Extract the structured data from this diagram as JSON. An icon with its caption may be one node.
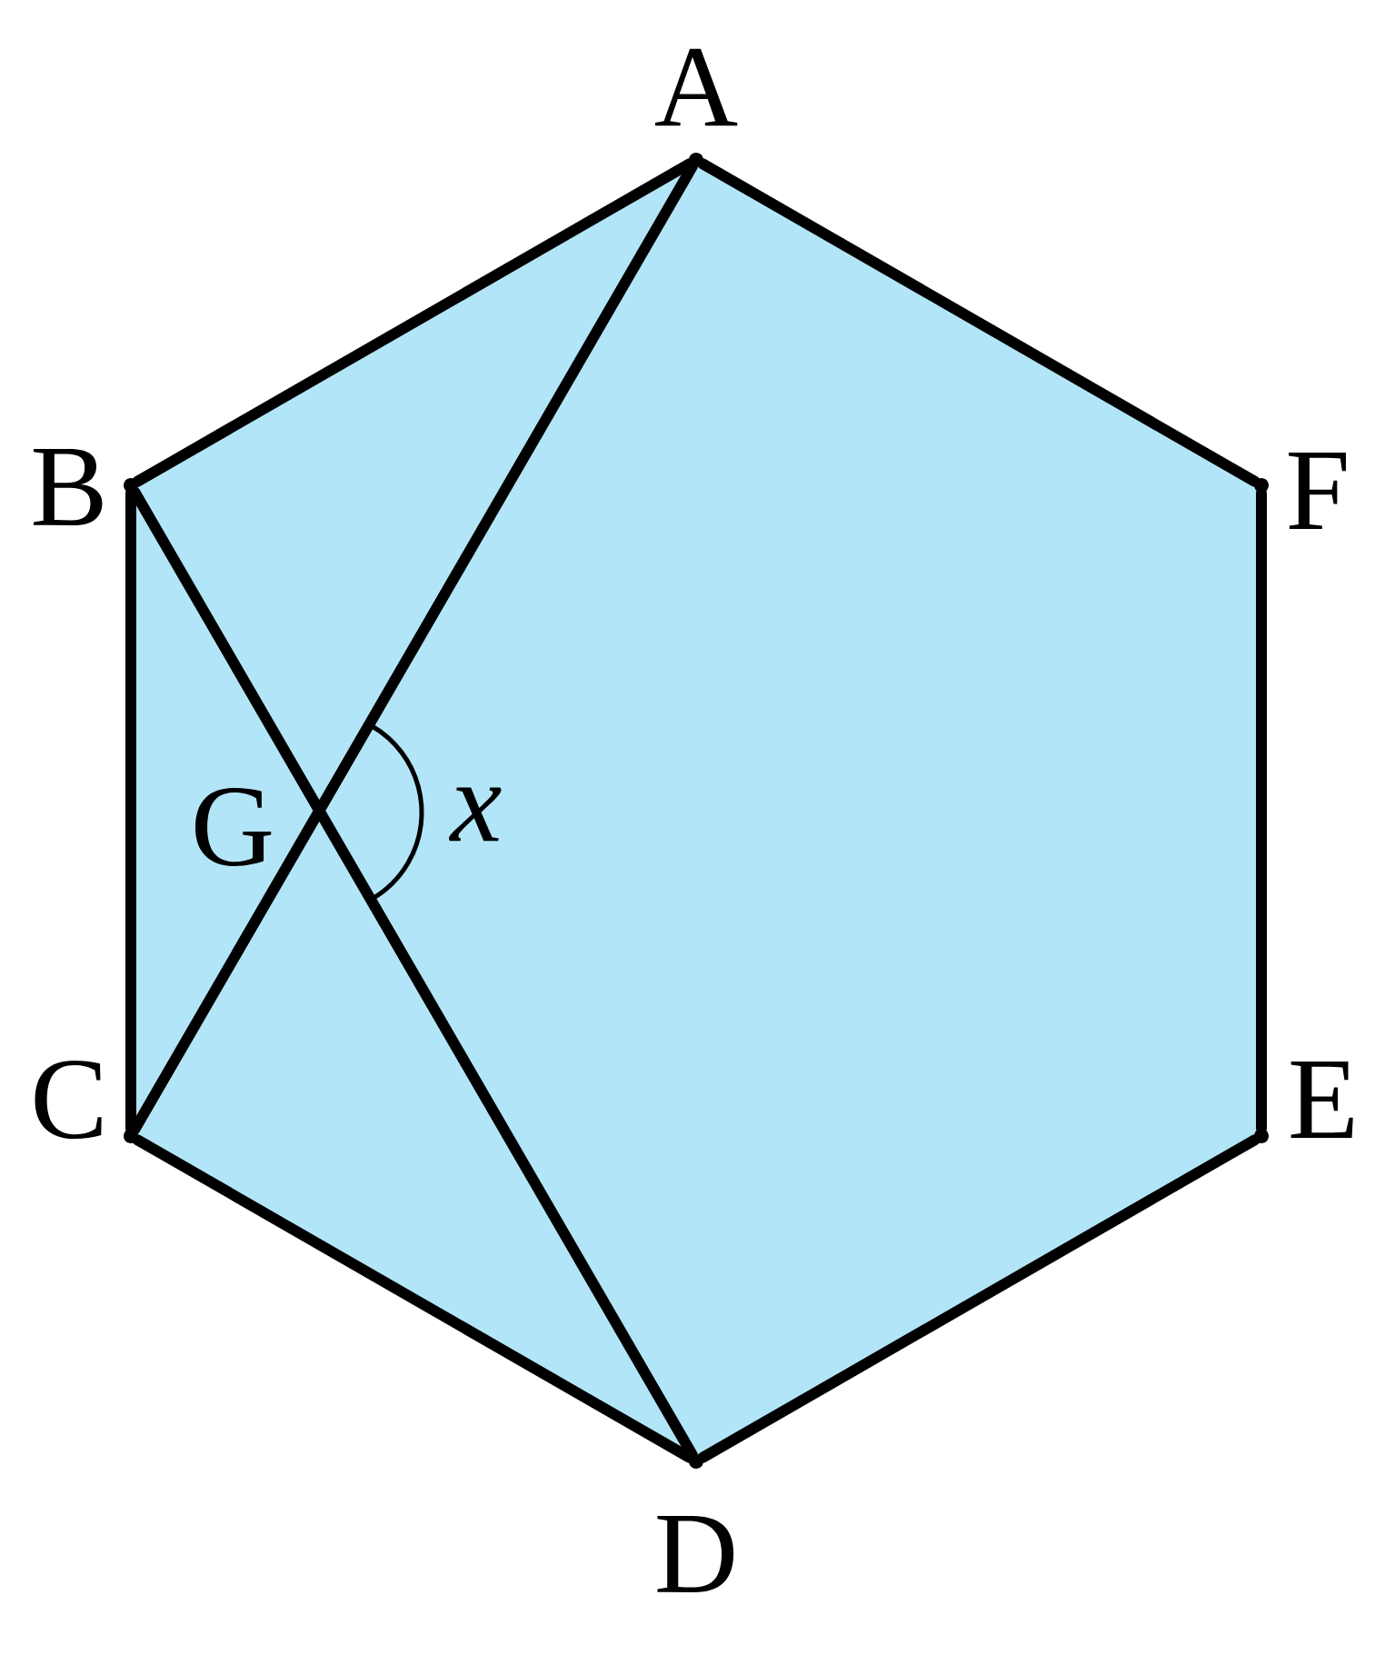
{
  "diagram": {
    "nodes": [
      {
        "text": [],
        "shape": "point",
        "beside": [
          "A"
        ]
      },
      {
        "text": [],
        "shape": "point",
        "beside": [
          "B"
        ]
      },
      {
        "text": [],
        "shape": "point",
        "beside": [
          "C"
        ]
      },
      {
        "text": [],
        "shape": "point",
        "beside": [
          "D"
        ]
      },
      {
        "text": [],
        "shape": "point",
        "beside": [
          "E"
        ]
      },
      {
        "text": [],
        "shape": "point",
        "beside": [
          "F"
        ]
      }
    ],
    "edges": [
      {
        "from": 0,
        "to": 1,
        "arrow": "none"
      },
      {
        "from": 1,
        "to": 2,
        "arrow": "none"
      },
      {
        "from": 2,
        "to": 3,
        "arrow": "none"
      },
      {
        "from": 3,
        "to": 4,
        "arrow": "none"
      },
      {
        "from": 4,
        "to": 5,
        "arrow": "none"
      },
      {
        "from": 5,
        "to": 0,
        "arrow": "none"
      },
      {
        "from": 0,
        "to": 2,
        "arrow": "none"
      },
      {
        "from": 1,
        "to": 3,
        "arrow": "none"
      }
    ],
    "labels": [
      "G",
      "x"
    ]
  }
}
